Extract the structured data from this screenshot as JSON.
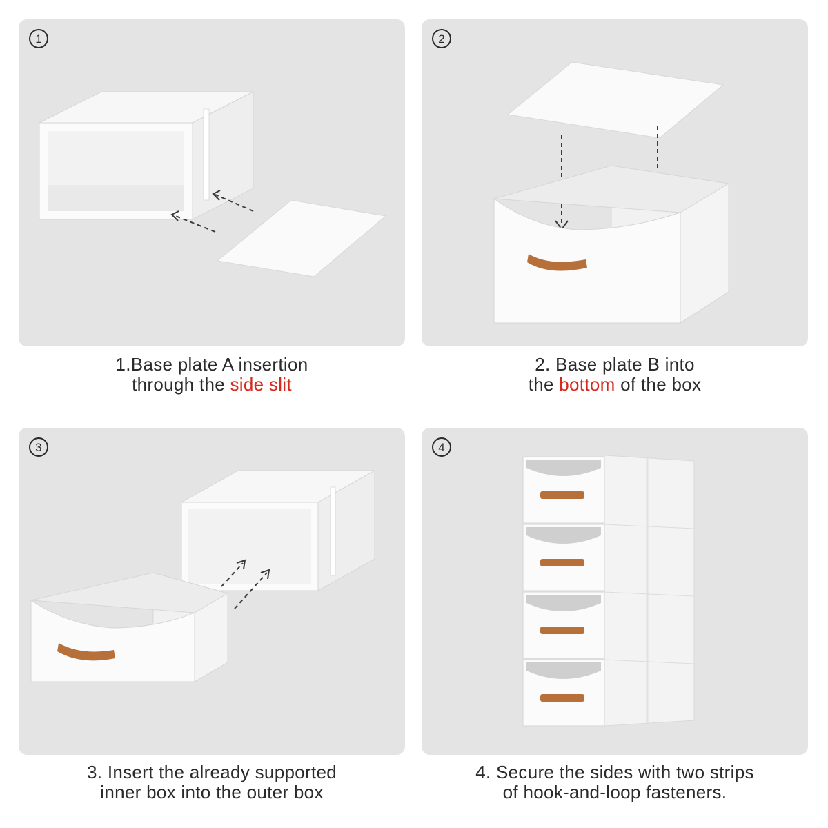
{
  "steps": [
    {
      "number": "1",
      "caption_line1": "1.Base plate A insertion",
      "caption_line2_pre": "through the ",
      "caption_line2_highlight": "side slit",
      "caption_line2_post": ""
    },
    {
      "number": "2",
      "caption_line1": "2. Base plate B into",
      "caption_line2_pre": "the ",
      "caption_line2_highlight": "bottom",
      "caption_line2_post": " of the box"
    },
    {
      "number": "3",
      "caption_line1": "3. Insert the already supported",
      "caption_line2": "inner box into the outer box"
    },
    {
      "number": "4",
      "caption_line1": "4. Secure the sides with two strips",
      "caption_line2": "of hook-and-loop fasteners."
    }
  ],
  "colors": {
    "panel_bg": "#e4e4e4",
    "highlight": "#d52b1e",
    "text": "#2b2b2b",
    "handle": "#b8703a"
  }
}
